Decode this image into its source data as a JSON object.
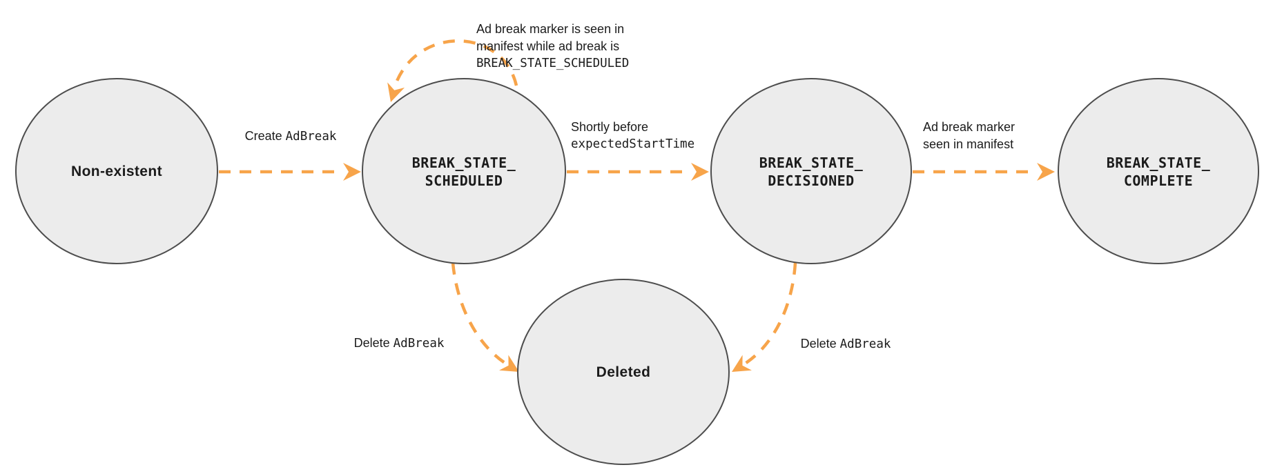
{
  "colors": {
    "accent": "#F7A44A",
    "node_fill": "#ECECEC",
    "node_stroke": "#4D4D4D",
    "ink": "#1B1B1B"
  },
  "states": {
    "non_existent": {
      "label": "Non-existent"
    },
    "scheduled": {
      "line1": "BREAK_STATE_",
      "line2": "SCHEDULED"
    },
    "decisioned": {
      "line1": "BREAK_STATE_",
      "line2": "DECISIONED"
    },
    "complete": {
      "line1": "BREAK_STATE_",
      "line2": "COMPLETE"
    },
    "deleted": {
      "label": "Deleted"
    }
  },
  "transitions": {
    "create": {
      "text": "Create",
      "code": "AdBreak"
    },
    "self_loop": {
      "line1": "Ad break marker is seen in",
      "line2": "manifest while ad break is",
      "code": "BREAK_STATE_SCHEDULED"
    },
    "decision": {
      "line1": "Shortly before",
      "code": "expectedStartTime"
    },
    "complete": {
      "line1": "Ad break marker",
      "line2": "seen in manifest"
    },
    "delete_scheduled": {
      "text": "Delete",
      "code": "AdBreak"
    },
    "delete_decisioned": {
      "text": "Delete",
      "code": "AdBreak"
    }
  }
}
